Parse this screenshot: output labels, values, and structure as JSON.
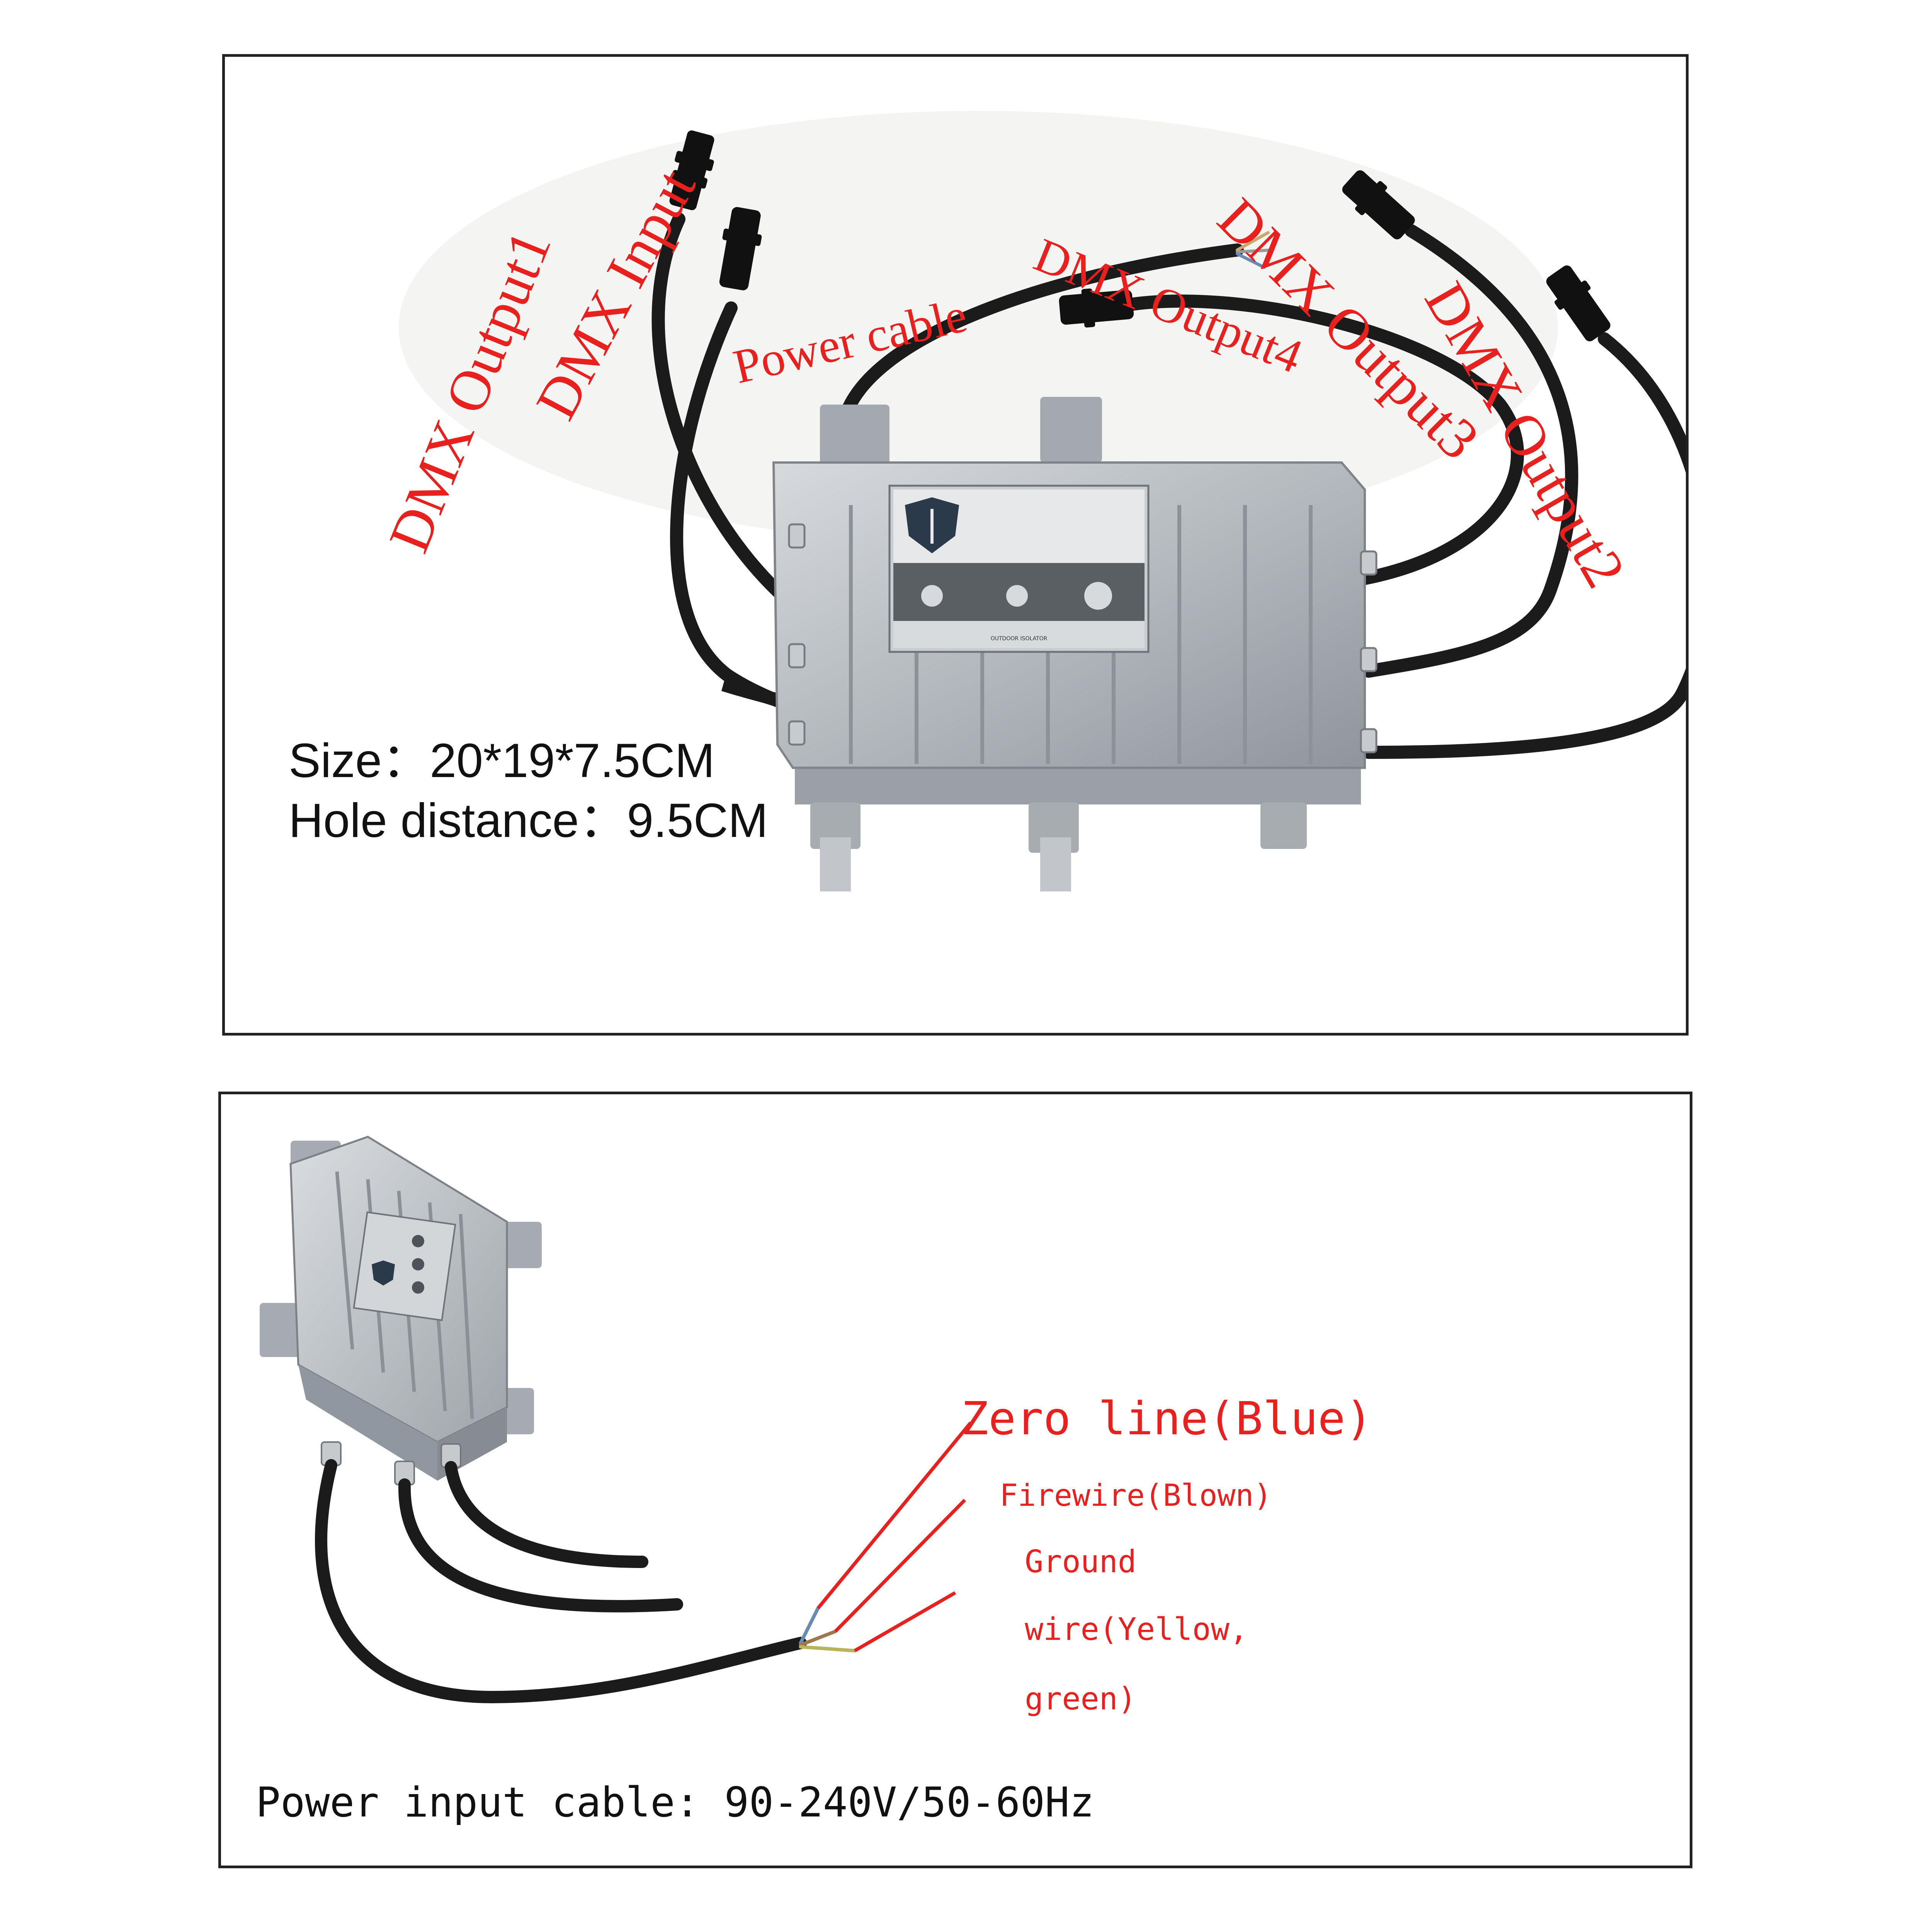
{
  "top_panel": {
    "labels": {
      "dmx_output1": "DMX Output1",
      "dmx_input": "DMX Input",
      "power_cable": "Power cable",
      "dmx_output4": "DMX Output4",
      "dmx_output3": "DMX Output3",
      "dmx_output2": "DMX Output2"
    },
    "device_label": "OUTDOOR ISOLATOR",
    "size": "Size：20*19*7.5CM",
    "hole_distance": "Hole distance：9.5CM"
  },
  "bottom_panel": {
    "zero_line": "Zero line(Blue)",
    "firewire": "Firewire(Blown)",
    "ground_line1": "Ground",
    "ground_line2": "wire(Yellow,",
    "ground_line3": "green)",
    "power_input": "Power input cable: 90-240V/50-60Hz"
  },
  "colors": {
    "label_red": "#e8201e",
    "cable": "#1b1b1b",
    "housing": "#b9bec3"
  },
  "icons": [
    "shield-logo-icon",
    "connector-icon",
    "mounting-hole-icon"
  ]
}
